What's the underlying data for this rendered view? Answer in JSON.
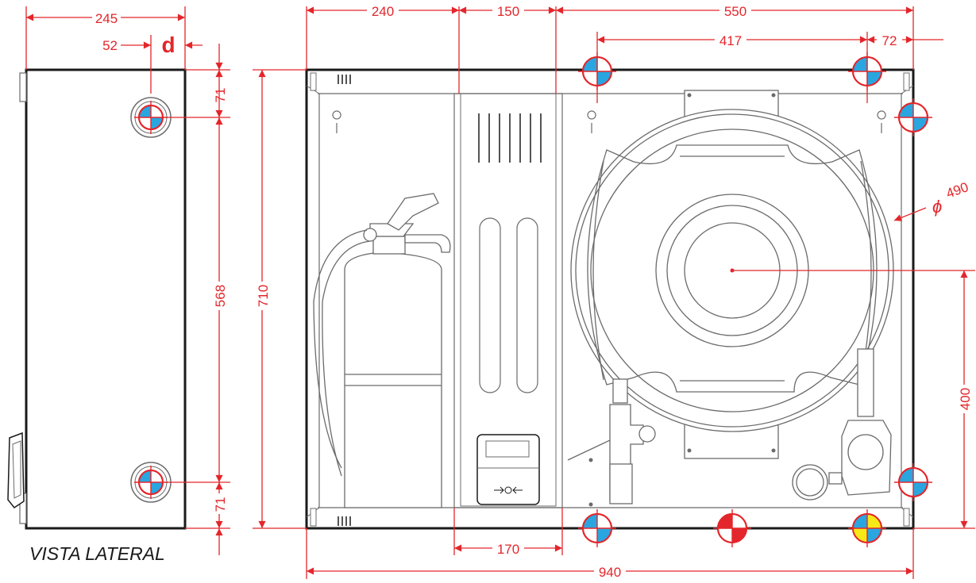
{
  "dimensions": {
    "side_width": "245",
    "side_offset": "52",
    "side_offset_symbol": "d",
    "side_top": "71",
    "side_middle": "568",
    "side_bottom": "71",
    "total_height": "710",
    "top_left": "240",
    "top_middle": "150",
    "top_right": "550",
    "reel_span": "417",
    "reel_edge": "72",
    "reel_diameter_symbol": "ϕ",
    "reel_diameter": "490",
    "reel_axis_height": "400",
    "bottom_inner": "170",
    "total_width": "940"
  },
  "labels": {
    "side_view": "VISTA LATERAL"
  },
  "colors": {
    "dimension": "#e3262b",
    "outline": "#1a1a1a",
    "detail": "#6b6b6b",
    "marker_blue": "#29a6e0",
    "marker_red": "#e3262b",
    "marker_yellow": "#f7e817"
  },
  "markers": [
    {
      "name": "side-inlet-top",
      "fill": "blue"
    },
    {
      "name": "side-inlet-bottom",
      "fill": "blue"
    },
    {
      "name": "top-reel-left",
      "fill": "blue"
    },
    {
      "name": "top-reel-right",
      "fill": "blue"
    },
    {
      "name": "right-top",
      "fill": "blue"
    },
    {
      "name": "right-bottom",
      "fill": "blue"
    },
    {
      "name": "bottom-left",
      "fill": "blue"
    },
    {
      "name": "bottom-center",
      "fill": "red"
    },
    {
      "name": "bottom-right",
      "fill": "yellow"
    }
  ]
}
